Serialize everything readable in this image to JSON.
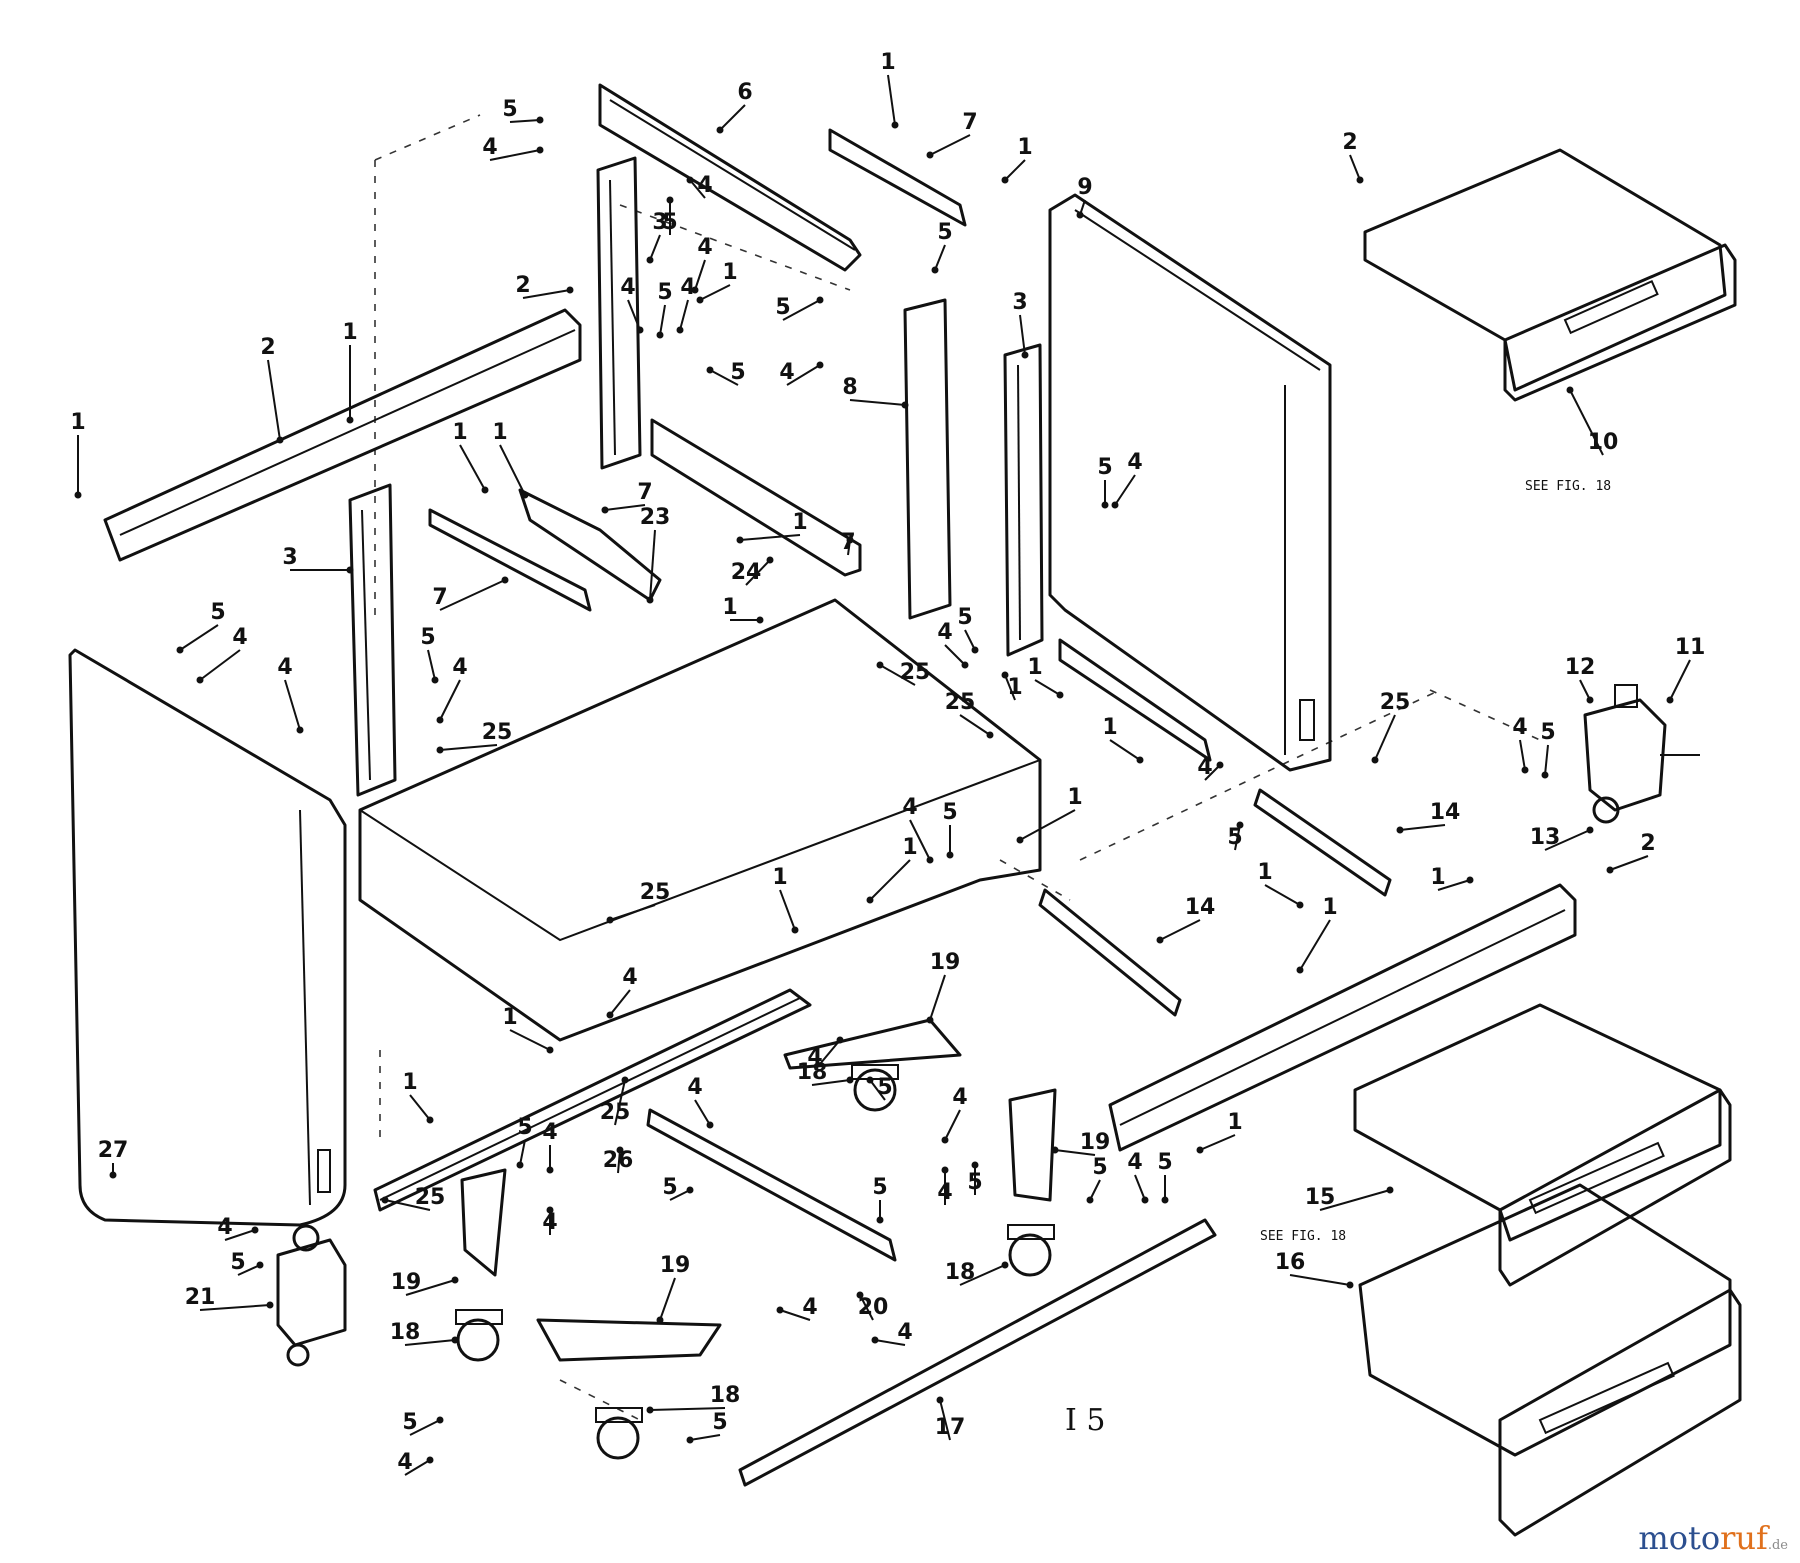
{
  "diagram": {
    "sheet_label": "I 5",
    "notes": {
      "drawer_10": "SEE FIG. 18",
      "drawer_15": "SEE FIG. 18"
    },
    "callouts": [
      "1",
      "1",
      "1",
      "1",
      "1",
      "1",
      "1",
      "1",
      "1",
      "1",
      "1",
      "1",
      "1",
      "1",
      "1",
      "1",
      "1",
      "1",
      "1",
      "1",
      "1",
      "2",
      "2",
      "2",
      "2",
      "3",
      "3",
      "3",
      "4",
      "4",
      "4",
      "4",
      "4",
      "4",
      "4",
      "4",
      "4",
      "4",
      "4",
      "4",
      "4",
      "4",
      "4",
      "4",
      "4",
      "4",
      "4",
      "4",
      "4",
      "4",
      "4",
      "4",
      "4",
      "4",
      "5",
      "5",
      "5",
      "5",
      "5",
      "5",
      "5",
      "5",
      "5",
      "5",
      "5",
      "5",
      "5",
      "5",
      "5",
      "5",
      "5",
      "5",
      "5",
      "5",
      "5",
      "5",
      "5",
      "6",
      "7",
      "7",
      "7",
      "7",
      "8",
      "9",
      "10",
      "11",
      "12",
      "13",
      "14",
      "14",
      "15",
      "16",
      "17",
      "18",
      "18",
      "18",
      "18",
      "19",
      "19",
      "19",
      "19",
      "20",
      "21",
      "23",
      "24",
      "25",
      "25",
      "25",
      "25",
      "25",
      "25",
      "25",
      "26",
      "27"
    ]
  },
  "watermark": {
    "brand_main": "moto",
    "brand_accent": "ruf",
    "brand_tld": ".de"
  }
}
